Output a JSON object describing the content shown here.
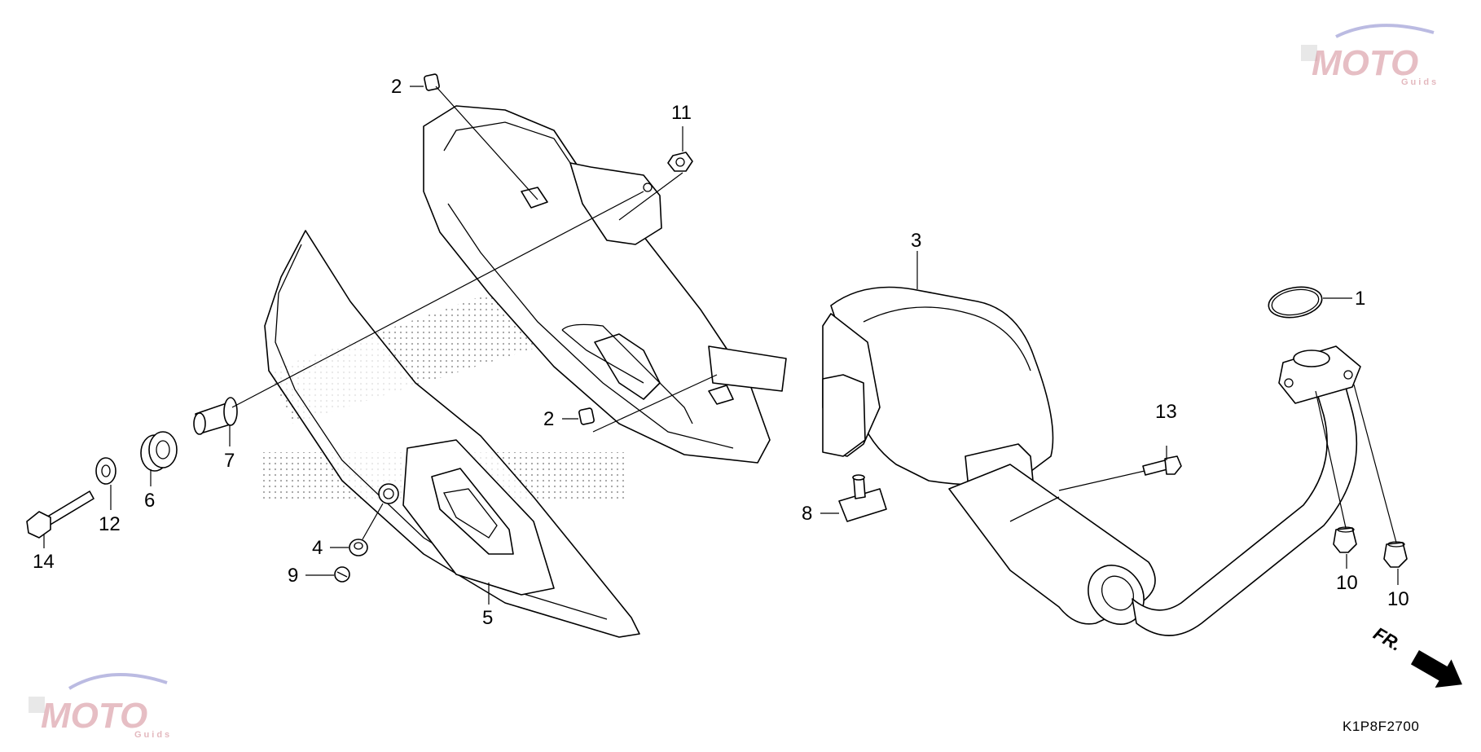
{
  "diagram": {
    "drawing_code": "K1P8F2700",
    "direction_label": "FR.",
    "callouts": [
      "1",
      "2",
      "2",
      "3",
      "4",
      "5",
      "6",
      "7",
      "8",
      "9",
      "10",
      "10",
      "11",
      "12",
      "13",
      "14"
    ]
  },
  "watermark": {
    "letters": "MOTO",
    "sub": "Guids",
    "color": "#d28a94"
  }
}
